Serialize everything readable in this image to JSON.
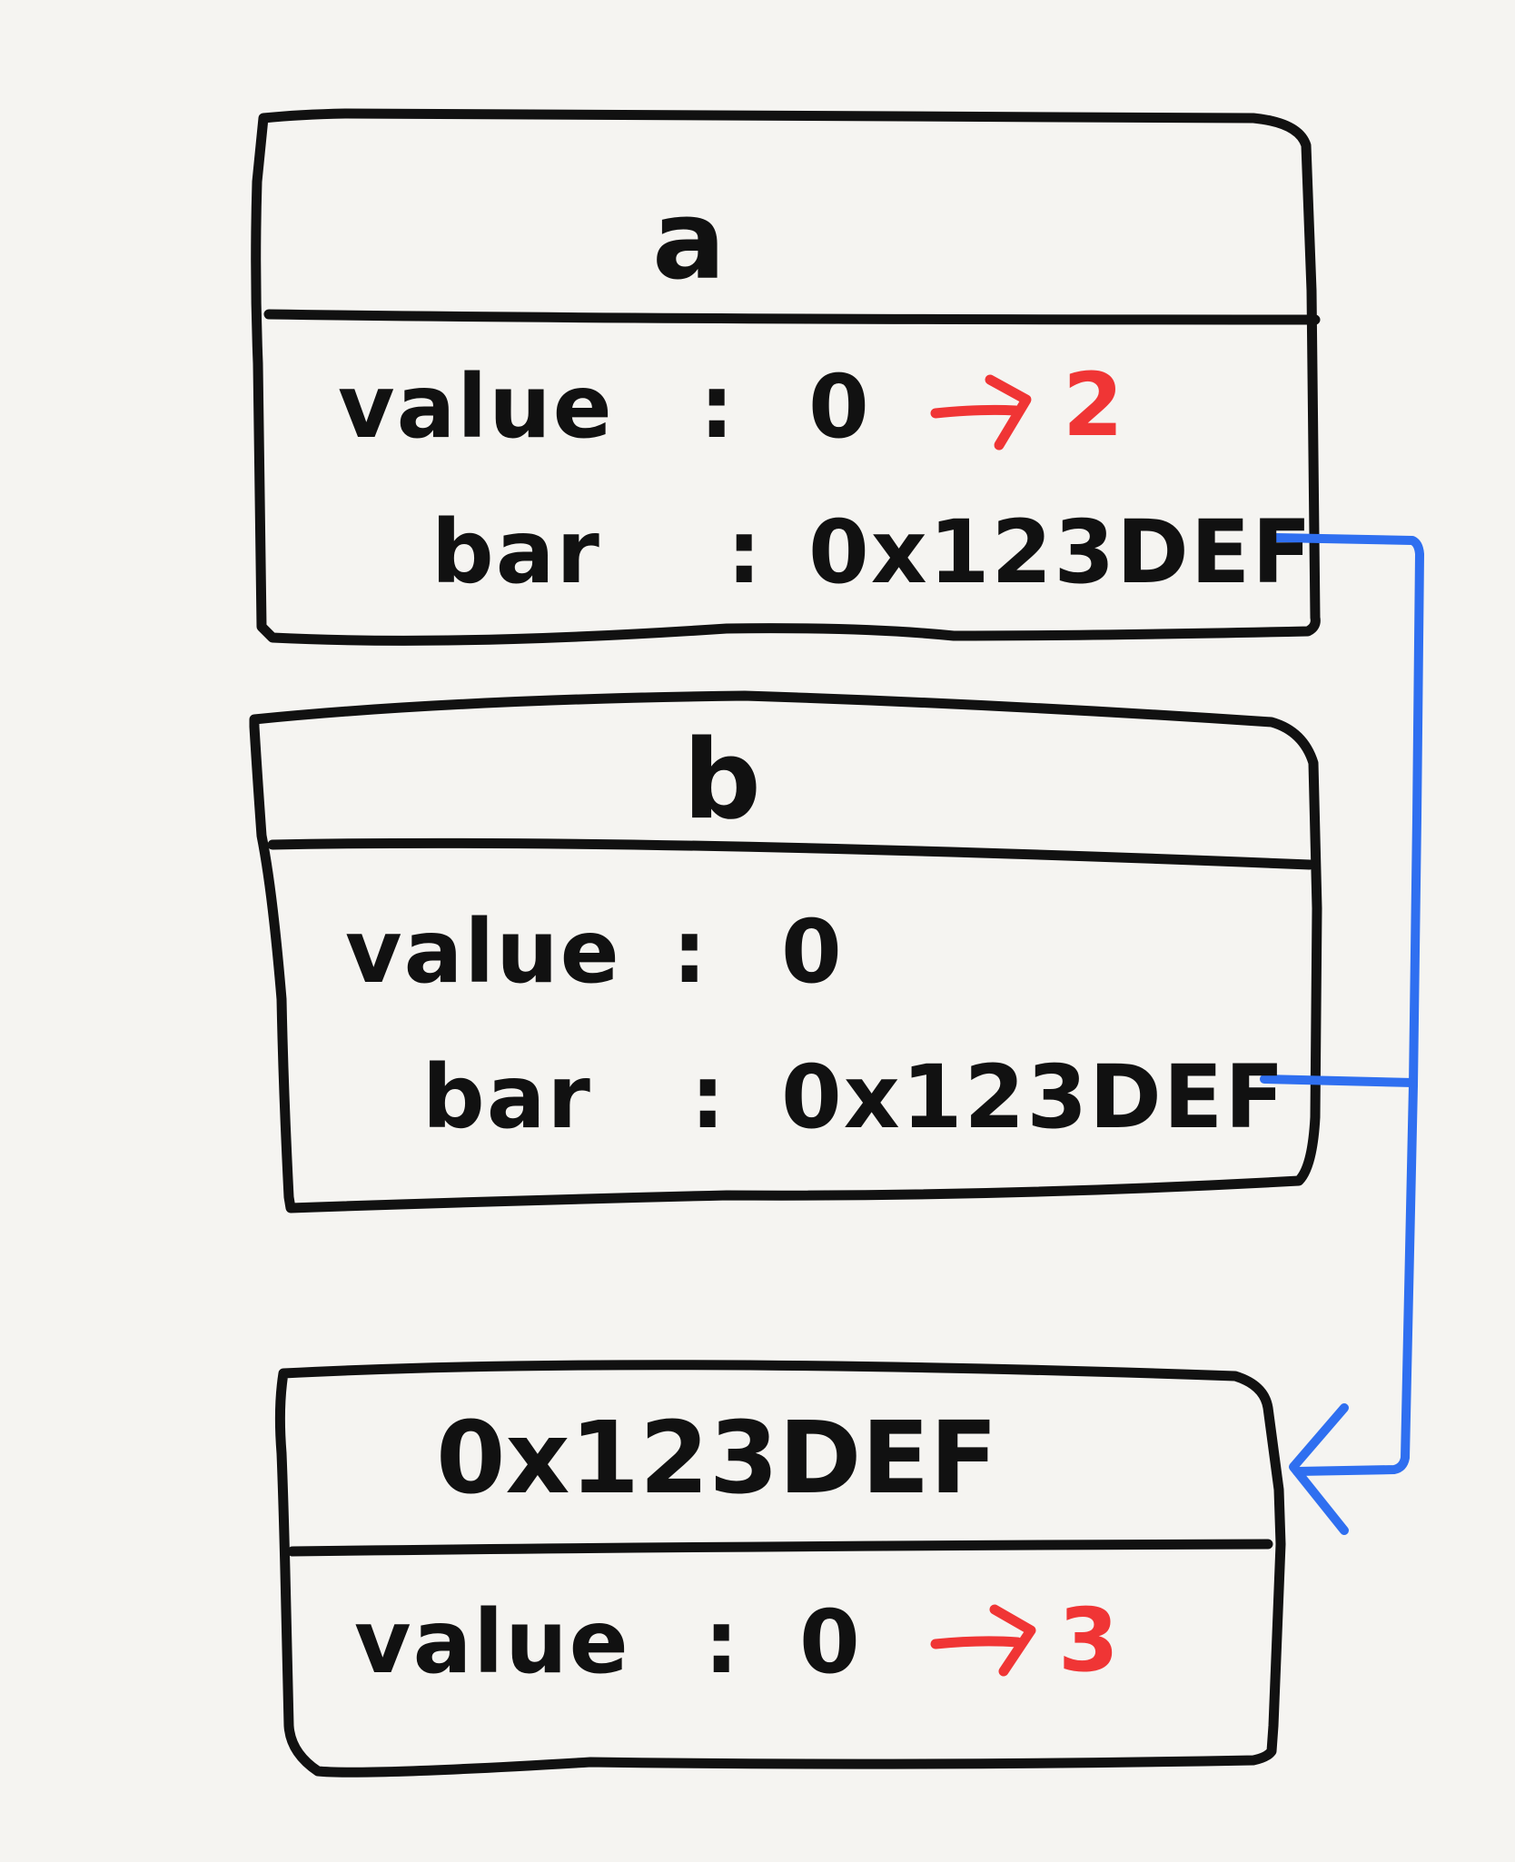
{
  "colors": {
    "ink": "#111111",
    "change": "#f03535",
    "pointer": "#2f6ff0",
    "paper": "#f5f4f1"
  },
  "objects": [
    {
      "title": "a",
      "fields": [
        {
          "label": "value",
          "sep": ":",
          "value": "0",
          "change_arrow": "→",
          "new_value": "2"
        },
        {
          "label": "bar",
          "sep": ":",
          "value": "0x123DEF"
        }
      ]
    },
    {
      "title": "b",
      "fields": [
        {
          "label": "value",
          "sep": ":",
          "value": "0"
        },
        {
          "label": "bar",
          "sep": ":",
          "value": "0x123DEF"
        }
      ]
    },
    {
      "title": "0x123DEF",
      "fields": [
        {
          "label": "value",
          "sep": ":",
          "value": "0",
          "change_arrow": "→",
          "new_value": "3"
        }
      ]
    }
  ]
}
